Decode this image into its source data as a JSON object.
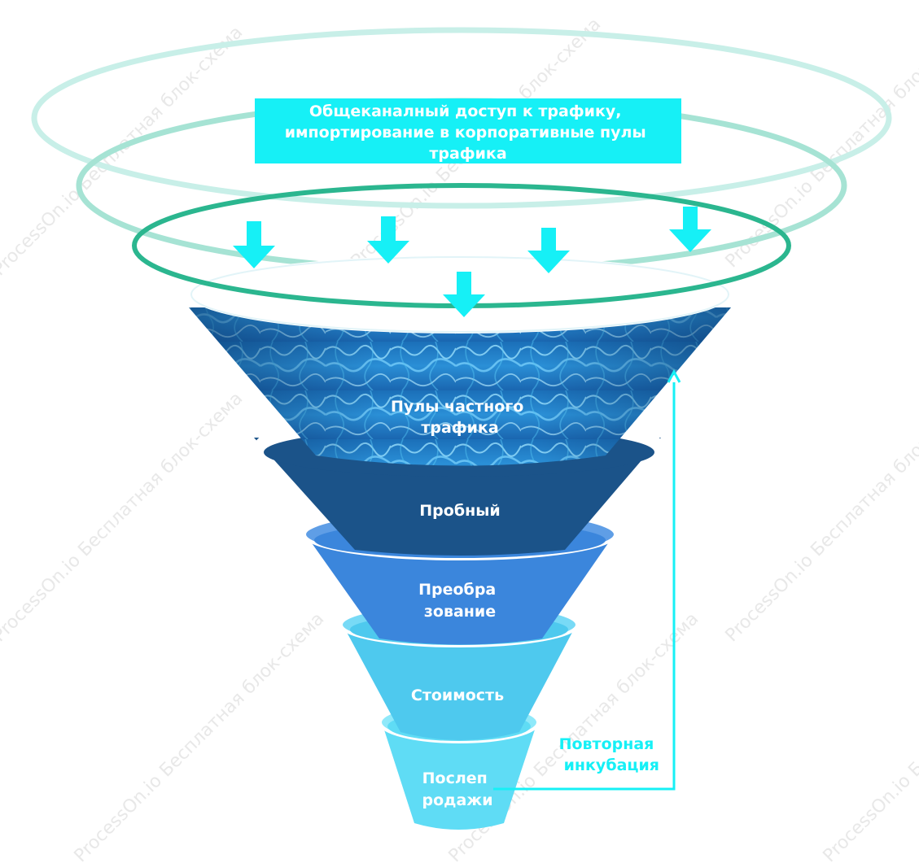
{
  "top_box": {
    "lines": [
      "Общеканалный доступ к трафику,",
      "импортирование в корпоративные пулы",
      "трафика"
    ]
  },
  "stages": [
    {
      "id": "private-pool",
      "lines": [
        "Пулы частного",
        "трафика"
      ]
    },
    {
      "id": "trial",
      "lines": [
        "Пробный"
      ]
    },
    {
      "id": "conversion",
      "lines": [
        "Преобра",
        "зование"
      ]
    },
    {
      "id": "value",
      "lines": [
        "Стоимость"
      ]
    },
    {
      "id": "after-sales",
      "lines": [
        "Послеп",
        "родажи"
      ]
    }
  ],
  "feedback": {
    "lines": [
      "Повторная",
      "инкубация"
    ]
  },
  "watermark": {
    "text": "ProcessOn.io Бесплатная блок-схема"
  },
  "colors": {
    "cyan": "#16f0f6",
    "ring_light": "#c8efe8",
    "ring_mid": "#a6e3d4",
    "ring_dark": "#2bb68f",
    "water_dark": "#0f4a86",
    "water_light": "#3fb4ea",
    "trial": "#1b5389",
    "conversion": "#3b86dc",
    "value": "#4ec9ee",
    "after_sales": "#5fdcf5"
  }
}
